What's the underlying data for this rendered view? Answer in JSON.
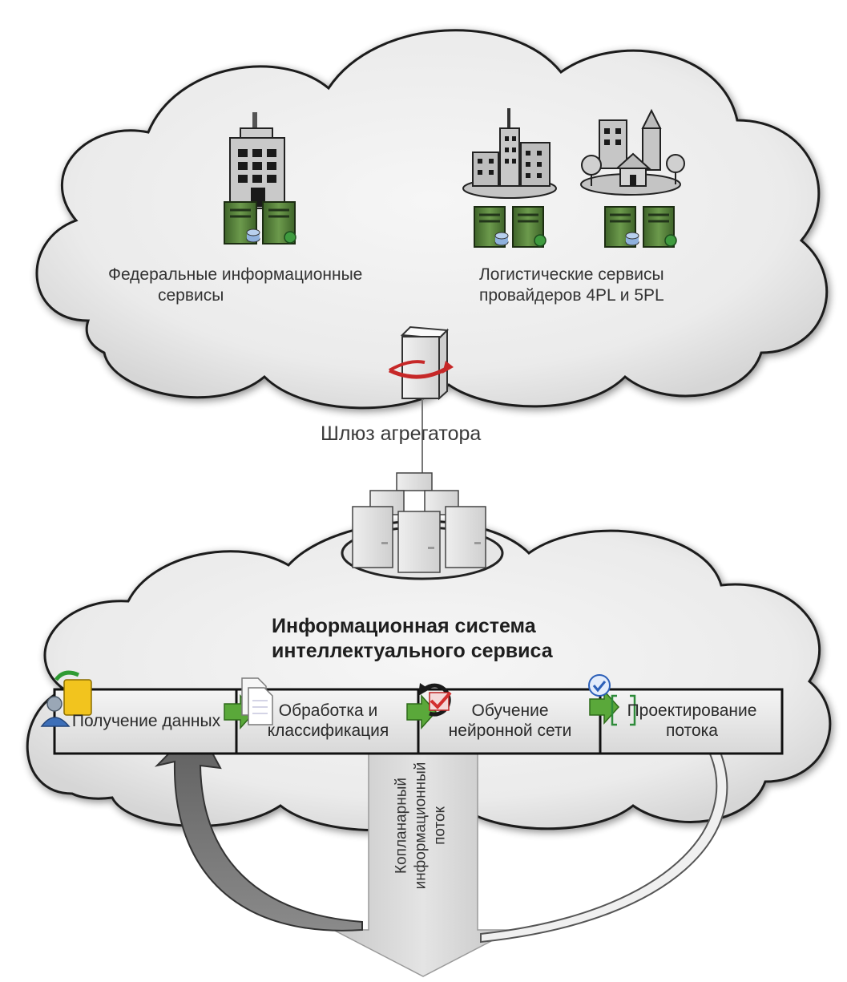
{
  "top_cloud": {
    "federal_label": [
      "Федеральные информационные",
      "сервисы"
    ],
    "logistics_label": [
      "Логистические сервисы",
      "провайдеров 4PL и 5PL"
    ]
  },
  "gateway": {
    "label": "Шлюз агрегатора"
  },
  "bottom_cloud": {
    "title": [
      "Информационная система",
      "интеллектуального сервиса"
    ],
    "stages": [
      {
        "lines": [
          "Получение данных"
        ]
      },
      {
        "lines": [
          "Обработка и",
          "классификация"
        ]
      },
      {
        "lines": [
          "Обучение",
          "нейронной сети"
        ]
      },
      {
        "lines": [
          "Проектирование",
          "потока"
        ]
      }
    ]
  },
  "flow_arrow": {
    "lines": [
      "Копланарный",
      "информационный",
      "поток"
    ]
  },
  "colors": {
    "cloud_fill": "#ebebeb",
    "server_green": "#4f7a34",
    "arrow_green": "#5aa83a",
    "gateway_red": "#c62828",
    "neural_red": "#d32f2f",
    "check_blue": "#2b5fb8"
  }
}
